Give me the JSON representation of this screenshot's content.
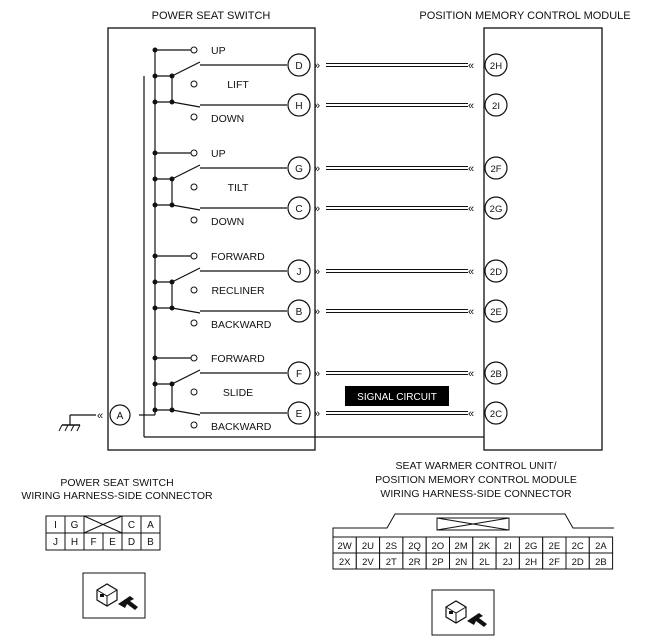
{
  "switch_title": "POWER SEAT SWITCH",
  "module_title": "POSITION MEMORY CONTROL  MODULE",
  "signal_circuit_label": "SIGNAL CIRCUIT",
  "ground_pin": "A",
  "groups": [
    {
      "name": "LIFT",
      "top": "UP",
      "bottom": "DOWN",
      "pin_top": "D",
      "pin_bottom": "H",
      "mod_top": "2H",
      "mod_bottom": "2I"
    },
    {
      "name": "TILT",
      "top": "UP",
      "bottom": "DOWN",
      "pin_top": "G",
      "pin_bottom": "C",
      "mod_top": "2F",
      "mod_bottom": "2G"
    },
    {
      "name": "RECLINER",
      "top": "FORWARD",
      "bottom": "BACKWARD",
      "pin_top": "J",
      "pin_bottom": "B",
      "mod_top": "2D",
      "mod_bottom": "2E"
    },
    {
      "name": "SLIDE",
      "top": "FORWARD",
      "bottom": "BACKWARD",
      "pin_top": "F",
      "pin_bottom": "E",
      "mod_top": "2B",
      "mod_bottom": "2C"
    }
  ],
  "switch_connector": {
    "caption_line1": "POWER SEAT SWITCH",
    "caption_line2": "WIRING HARNESS-SIDE CONNECTOR",
    "row1": [
      "I",
      "G",
      "",
      "C",
      "A"
    ],
    "row2": [
      "J",
      "H",
      "F",
      "E",
      "D",
      "B"
    ]
  },
  "module_connector": {
    "caption_line1": "SEAT WARMER CONTROL UNIT/",
    "caption_line2": "POSITION MEMORY CONTROL MODULE",
    "caption_line3": "WIRING HARNESS-SIDE CONNECTOR",
    "row1": [
      "2W",
      "2U",
      "2S",
      "2Q",
      "2O",
      "2M",
      "2K",
      "2I",
      "2G",
      "2E",
      "2C",
      "2A"
    ],
    "row2": [
      "2X",
      "2V",
      "2T",
      "2R",
      "2P",
      "2N",
      "2L",
      "2J",
      "2H",
      "2F",
      "2D",
      "2B"
    ]
  }
}
